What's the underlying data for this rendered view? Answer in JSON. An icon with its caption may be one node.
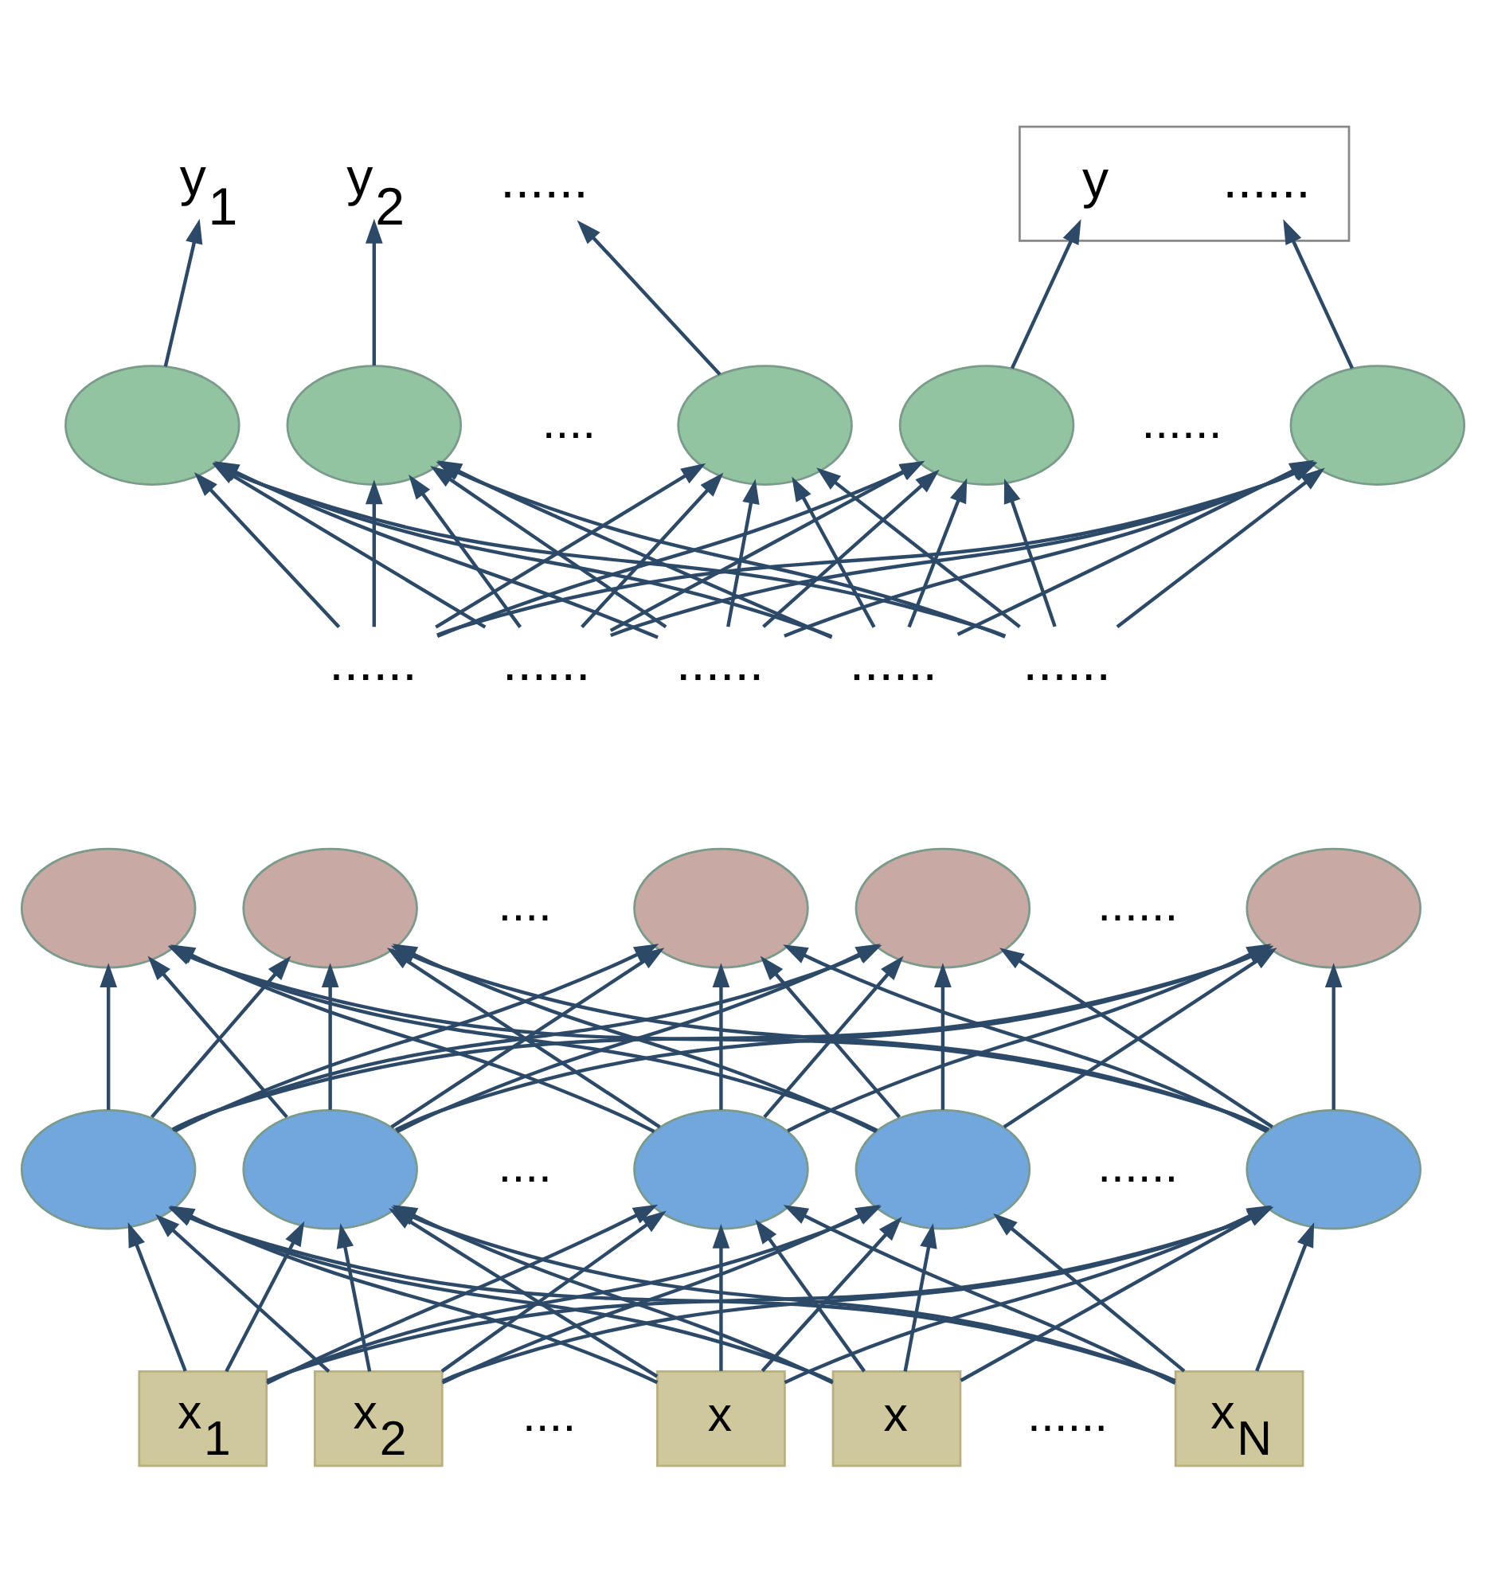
{
  "diagram": {
    "nodes": [
      {
        "text": [
          "y$_{1}$"
        ]
      },
      {
        "text": [
          "y$_{2}$"
        ]
      },
      {
        "text": [
          "......"
        ]
      },
      {
        "text": [],
        "shape": "box"
      },
      {
        "text": [
          "y"
        ],
        "in": 3
      },
      {
        "text": [
          "......"
        ],
        "in": 3
      },
      {
        "text": [],
        "shape": "circle"
      },
      {
        "text": [],
        "shape": "circle"
      },
      {
        "text": [],
        "shape": "circle"
      },
      {
        "text": [],
        "shape": "circle"
      },
      {
        "text": [],
        "shape": "circle"
      },
      {
        "text": [
          "......"
        ]
      },
      {
        "text": [
          "......"
        ]
      },
      {
        "text": [
          "......"
        ]
      },
      {
        "text": [
          "......"
        ]
      },
      {
        "text": [
          "......"
        ]
      },
      {
        "text": [],
        "shape": "circle"
      },
      {
        "text": [],
        "shape": "circle"
      },
      {
        "text": [],
        "shape": "circle"
      },
      {
        "text": [],
        "shape": "circle"
      },
      {
        "text": [],
        "shape": "circle"
      },
      {
        "text": [],
        "shape": "circle"
      },
      {
        "text": [],
        "shape": "circle"
      },
      {
        "text": [],
        "shape": "circle"
      },
      {
        "text": [],
        "shape": "circle"
      },
      {
        "text": [],
        "shape": "circle"
      },
      {
        "text": [
          "x$_{1}$"
        ]
      },
      {
        "text": [
          "x$_{2}$"
        ]
      },
      {
        "text": [
          "x"
        ]
      },
      {
        "text": [
          "x"
        ]
      },
      {
        "text": [
          "x$_{N}$"
        ]
      }
    ],
    "edges": [
      {
        "from": 6,
        "to": 0,
        "arrow": "to"
      },
      {
        "from": 7,
        "to": 1,
        "arrow": "to"
      },
      {
        "from": 8,
        "to": 2,
        "arrow": "to"
      },
      {
        "from": 9,
        "to": 4,
        "arrow": "to"
      },
      {
        "from": 10,
        "to": 5,
        "arrow": "to"
      },
      {
        "from": 11,
        "to": 6,
        "arrow": "to"
      },
      {
        "from": 11,
        "to": 7,
        "arrow": "to"
      },
      {
        "from": 11,
        "to": 8,
        "arrow": "to"
      },
      {
        "from": 11,
        "to": 9,
        "arrow": "to"
      },
      {
        "from": 11,
        "to": 10,
        "arrow": "to"
      },
      {
        "from": 12,
        "to": 6,
        "arrow": "to"
      },
      {
        "from": 12,
        "to": 7,
        "arrow": "to"
      },
      {
        "from": 12,
        "to": 8,
        "arrow": "to"
      },
      {
        "from": 12,
        "to": 9,
        "arrow": "to"
      },
      {
        "from": 12,
        "to": 10,
        "arrow": "to"
      },
      {
        "from": 13,
        "to": 6,
        "arrow": "to"
      },
      {
        "from": 13,
        "to": 7,
        "arrow": "to"
      },
      {
        "from": 13,
        "to": 8,
        "arrow": "to"
      },
      {
        "from": 13,
        "to": 9,
        "arrow": "to"
      },
      {
        "from": 13,
        "to": 10,
        "arrow": "to"
      },
      {
        "from": 14,
        "to": 6,
        "arrow": "to"
      },
      {
        "from": 14,
        "to": 7,
        "arrow": "to"
      },
      {
        "from": 14,
        "to": 8,
        "arrow": "to"
      },
      {
        "from": 14,
        "to": 9,
        "arrow": "to"
      },
      {
        "from": 14,
        "to": 10,
        "arrow": "to"
      },
      {
        "from": 15,
        "to": 6,
        "arrow": "to"
      },
      {
        "from": 15,
        "to": 7,
        "arrow": "to"
      },
      {
        "from": 15,
        "to": 8,
        "arrow": "to"
      },
      {
        "from": 15,
        "to": 9,
        "arrow": "to"
      },
      {
        "from": 15,
        "to": 10,
        "arrow": "to"
      },
      {
        "from": 21,
        "to": 16,
        "arrow": "to"
      },
      {
        "from": 21,
        "to": 17,
        "arrow": "to"
      },
      {
        "from": 21,
        "to": 18,
        "arrow": "to"
      },
      {
        "from": 21,
        "to": 19,
        "arrow": "to"
      },
      {
        "from": 21,
        "to": 20,
        "arrow": "to"
      },
      {
        "from": 22,
        "to": 16,
        "arrow": "to"
      },
      {
        "from": 22,
        "to": 17,
        "arrow": "to"
      },
      {
        "from": 22,
        "to": 18,
        "arrow": "to"
      },
      {
        "from": 22,
        "to": 19,
        "arrow": "to"
      },
      {
        "from": 22,
        "to": 20,
        "arrow": "to"
      },
      {
        "from": 23,
        "to": 16,
        "arrow": "to"
      },
      {
        "from": 23,
        "to": 17,
        "arrow": "to"
      },
      {
        "from": 23,
        "to": 18,
        "arrow": "to"
      },
      {
        "from": 23,
        "to": 19,
        "arrow": "to"
      },
      {
        "from": 23,
        "to": 20,
        "arrow": "to"
      },
      {
        "from": 24,
        "to": 16,
        "arrow": "to"
      },
      {
        "from": 24,
        "to": 17,
        "arrow": "to"
      },
      {
        "from": 24,
        "to": 18,
        "arrow": "to"
      },
      {
        "from": 24,
        "to": 19,
        "arrow": "to"
      },
      {
        "from": 24,
        "to": 20,
        "arrow": "to"
      },
      {
        "from": 25,
        "to": 16,
        "arrow": "to"
      },
      {
        "from": 25,
        "to": 17,
        "arrow": "to"
      },
      {
        "from": 25,
        "to": 18,
        "arrow": "to"
      },
      {
        "from": 25,
        "to": 19,
        "arrow": "to"
      },
      {
        "from": 25,
        "to": 20,
        "arrow": "to"
      },
      {
        "from": 26,
        "to": 21,
        "arrow": "to"
      },
      {
        "from": 26,
        "to": 22,
        "arrow": "to"
      },
      {
        "from": 26,
        "to": 23,
        "arrow": "to"
      },
      {
        "from": 26,
        "to": 24,
        "arrow": "to"
      },
      {
        "from": 26,
        "to": 25,
        "arrow": "to"
      },
      {
        "from": 27,
        "to": 21,
        "arrow": "to"
      },
      {
        "from": 27,
        "to": 22,
        "arrow": "to"
      },
      {
        "from": 27,
        "to": 23,
        "arrow": "to"
      },
      {
        "from": 27,
        "to": 24,
        "arrow": "to"
      },
      {
        "from": 27,
        "to": 25,
        "arrow": "to"
      },
      {
        "from": 28,
        "to": 21,
        "arrow": "to"
      },
      {
        "from": 28,
        "to": 22,
        "arrow": "to"
      },
      {
        "from": 28,
        "to": 23,
        "arrow": "to"
      },
      {
        "from": 28,
        "to": 24,
        "arrow": "to"
      },
      {
        "from": 28,
        "to": 25,
        "arrow": "to"
      },
      {
        "from": 29,
        "to": 21,
        "arrow": "to"
      },
      {
        "from": 29,
        "to": 22,
        "arrow": "to"
      },
      {
        "from": 29,
        "to": 23,
        "arrow": "to"
      },
      {
        "from": 29,
        "to": 24,
        "arrow": "to"
      },
      {
        "from": 29,
        "to": 25,
        "arrow": "to"
      },
      {
        "from": 30,
        "to": 21,
        "arrow": "to"
      },
      {
        "from": 30,
        "to": 22,
        "arrow": "to"
      },
      {
        "from": 30,
        "to": 23,
        "arrow": "to"
      },
      {
        "from": 30,
        "to": 24,
        "arrow": "to"
      },
      {
        "from": 30,
        "to": 25,
        "arrow": "to"
      }
    ],
    "labels": [
      "....",
      "......",
      "....",
      "......",
      "....",
      "......",
      "....",
      "......"
    ]
  }
}
